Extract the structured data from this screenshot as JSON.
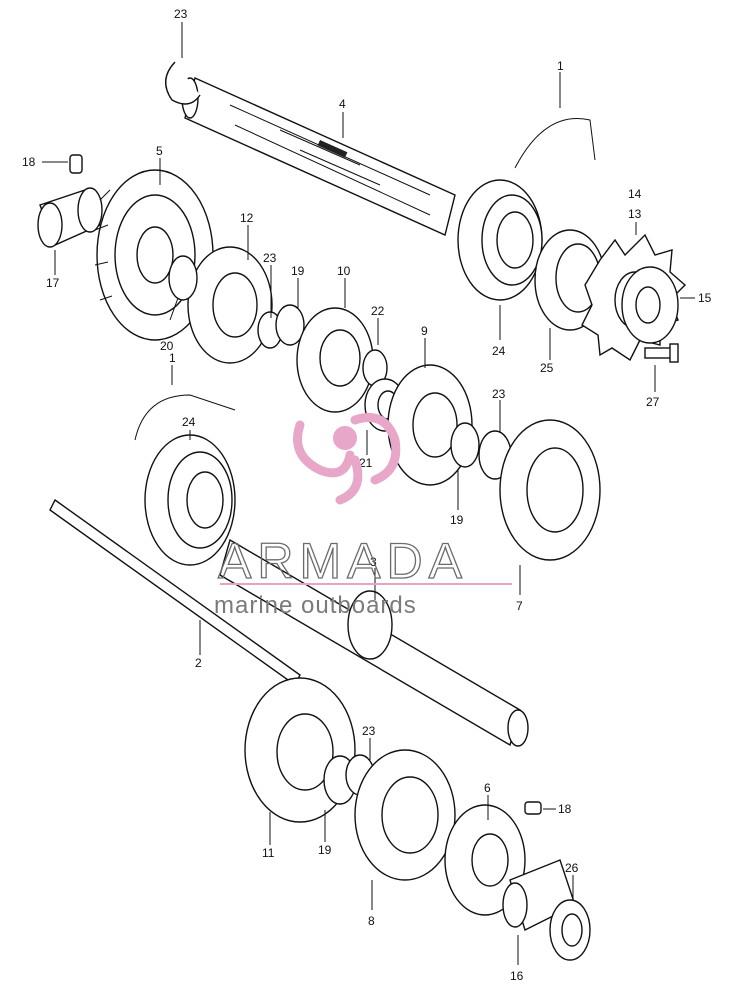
{
  "diagram": {
    "callouts": {
      "p1a": "1",
      "p1b": "1",
      "p2": "2",
      "p3": "3",
      "p4": "4",
      "p5": "5",
      "p6": "6",
      "p7": "7",
      "p8": "8",
      "p9": "9",
      "p10": "10",
      "p11": "11",
      "p12": "12",
      "p13": "13",
      "p14": "14",
      "p15": "15",
      "p16": "16",
      "p17": "17",
      "p18a": "18",
      "p18b": "18",
      "p19a": "19",
      "p19b": "19",
      "p19c": "19",
      "p20": "20",
      "p21": "21",
      "p22": "22",
      "p23a": "23",
      "p23b": "23",
      "p23c": "23",
      "p23d": "23",
      "p24a": "24",
      "p24b": "24",
      "p25": "25",
      "p26": "26",
      "p27": "27"
    }
  },
  "watermark": {
    "title": "ARMADA",
    "subtitle": "marine outboards",
    "accent_color": "#e8a6c8",
    "line_color": "#e6a3c4"
  },
  "colors": {
    "ink": "#111111",
    "background": "#ffffff"
  }
}
